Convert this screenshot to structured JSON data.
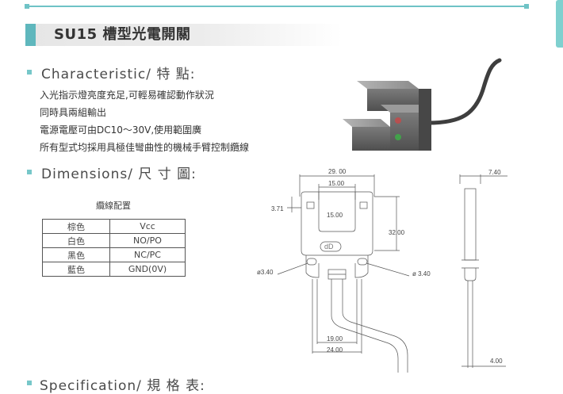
{
  "header": {
    "title": "SU15 槽型光電開關"
  },
  "characteristic": {
    "heading": "Characteristic/ 特 點:",
    "lines": [
      "入光指示燈亮度充足,可輕易確認動作狀況",
      "同時具兩組輸出",
      "電源電壓可由DC10～30V,使用範圍廣",
      "所有型式均採用具極佳彎曲性的機械手臂控制纜線"
    ]
  },
  "dimensions": {
    "heading": "Dimensions/ 尺 寸 圖:",
    "cable_table": {
      "title": "纜線配置",
      "rows": [
        {
          "color": "棕色",
          "signal": "Vcc"
        },
        {
          "color": "白色",
          "signal": "NO/PO"
        },
        {
          "color": "黑色",
          "signal": "NC/PC"
        },
        {
          "color": "藍色",
          "signal": "GND(0V)"
        }
      ]
    },
    "drawing": {
      "width_total": "29. 00",
      "slot_width": "15.00",
      "edge_offset": "3.71",
      "inner_15": "15.00",
      "height": "32.00",
      "hole_left": "ø3.40",
      "hole_right": "ø 3.40",
      "bottom_19": "19.00",
      "bottom_24": "24.00",
      "side_thickness": "7.40",
      "side_bottom": "4.00",
      "logo": "dD"
    }
  },
  "next_section": {
    "heading": "Specification/ 規 格 表:"
  },
  "colors": {
    "accent": "#5fb7bd",
    "accent_light": "#6fc3c6"
  }
}
